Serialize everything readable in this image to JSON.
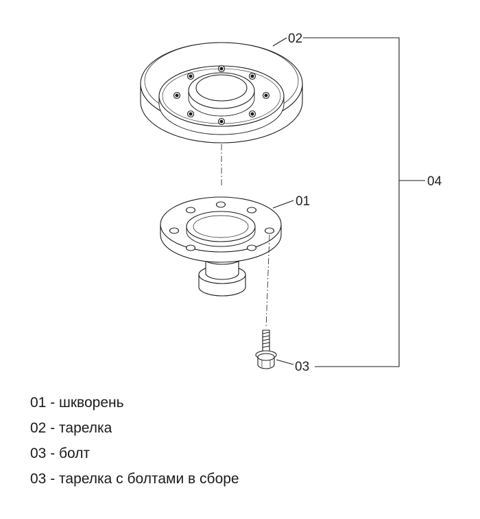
{
  "callouts": {
    "c01": "01",
    "c02": "02",
    "c03": "03",
    "c04": "04"
  },
  "legend": [
    {
      "text": "01 - шкворень"
    },
    {
      "text": "02 - тарелка"
    },
    {
      "text": "03 - болт"
    },
    {
      "text": "03 - тарелка с болтами в сборе"
    }
  ],
  "colors": {
    "line": "#1a1a1a",
    "fill": "#ffffff"
  }
}
